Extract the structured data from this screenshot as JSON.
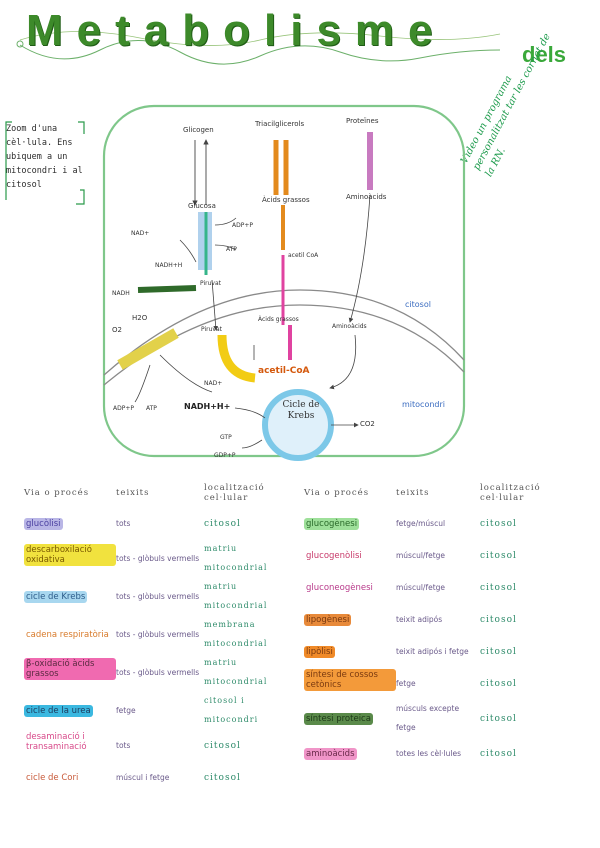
{
  "header": {
    "title": "Metabolisme",
    "suffix": "dels"
  },
  "zoom_note": "Zoom d'una cèl·lula. Ens ubiquem a un mitocondri i al citosol",
  "side_note": "Vídeo un programa personalitzat tar les cornat de la RN.",
  "diagram": {
    "sources": [
      "Glicogen",
      "Triacilglicerols",
      "Proteïnes"
    ],
    "intermediates": [
      "Glucosa",
      "Àcids grassos",
      "Aminoàcids"
    ],
    "labels": {
      "adp_p": "ADP+P",
      "atp": "ATP",
      "nad": "NAD+",
      "nadhh": "NADH+H",
      "nadh_left": "NADH",
      "piruvat_top": "Piruvat",
      "acetil_top": "acetil CoA",
      "piruvat": "Piruvat",
      "acids_grassos": "Àcids grassos",
      "aminoacids": "Aminoàcids",
      "acetilcoa": "acetil-CoA",
      "o2": "O2",
      "h2o": "H2O",
      "adp_atp_left": "ADP+P",
      "atp_left": "ATP",
      "nad_mid": "NAD+",
      "nadh_mid": "NADH+H+",
      "gtp": "GTP",
      "gdp": "GDP+P",
      "co2": "CO2",
      "krebs": "Cicle de Krebs",
      "citosol": "citosol",
      "mitocondri": "mitocondri"
    }
  },
  "table": {
    "headers": [
      "Via o procés",
      "teixits",
      "localització cel·lular"
    ],
    "left_rows": [
      {
        "via": "glucòlisi",
        "color": "#b9b6e6",
        "text_color": "#4a3fa0",
        "teixits": "tots",
        "loc": "citosol"
      },
      {
        "via": "descarboxilació oxidativa",
        "color": "#f1e23e",
        "text_color": "#7a5a00",
        "teixits": "tots - glòbuls vermells",
        "loc": "matriu mitocondrial"
      },
      {
        "via": "cicle de Krebs",
        "color": "#a8d7ef",
        "text_color": "#2c5c8a",
        "teixits": "tots - glòbuls vermells",
        "loc": "matriu mitocondrial"
      },
      {
        "via": "cadena respiratòria",
        "color": "#ffffff",
        "text_color": "#d87a2a",
        "teixits": "tots - glòbuls vermells",
        "loc": "membrana mitocondrial"
      },
      {
        "via": "β-oxidació àcids grassos",
        "color": "#f06ab0",
        "text_color": "#5a2a40",
        "teixits": "tots - glòbuls vermells",
        "loc": "matriu mitocondrial"
      },
      {
        "via": "cicle de la urea",
        "color": "#3bb8e0",
        "text_color": "#1d3a5c",
        "teixits": "fetge",
        "loc": "citosol i mitocondri"
      },
      {
        "via": "desaminació i transaminació",
        "color": "#ffffff",
        "text_color": "#d84a8a",
        "teixits": "tots",
        "loc": "citosol"
      },
      {
        "via": "cicle de Cori",
        "color": "#ffffff",
        "text_color": "#c85a3a",
        "teixits": "múscul i fetge",
        "loc": "citosol"
      }
    ],
    "right_rows": [
      {
        "via": "glucogènesi",
        "color": "#9ee09a",
        "text_color": "#2a6a2a",
        "teixits": "fetge/múscul",
        "loc": "citosol"
      },
      {
        "via": "glucogenòlisi",
        "color": "#ffffff",
        "text_color": "#c83a6a",
        "teixits": "múscul/fetge",
        "loc": "citosol"
      },
      {
        "via": "gluconeogènesi",
        "color": "#ffffff",
        "text_color": "#b83a8a",
        "teixits": "múscul/fetge",
        "loc": "citosol"
      },
      {
        "via": "lipogènesi",
        "color": "#e88a3a",
        "text_color": "#7a3a10",
        "teixits": "teixit adipós",
        "loc": "citosol"
      },
      {
        "via": "lipòlisi",
        "color": "#f08a28",
        "text_color": "#7a3a10",
        "teixits": "teixit adipós i fetge",
        "loc": "citosol"
      },
      {
        "via": "síntesi de cossos cetònics",
        "color": "#f39a3a",
        "text_color": "#7a3a10",
        "teixits": "fetge",
        "loc": "citosol"
      },
      {
        "via": "síntesi proteica",
        "color": "#5a8a4a",
        "text_color": "#1e3a18",
        "teixits": "músculs excepte fetge",
        "loc": "citosol"
      },
      {
        "via": "aminoàcids",
        "color": "#f095c8",
        "text_color": "#6a2a4a",
        "teixits": "totes les cèl·lules",
        "loc": "citosol"
      }
    ]
  }
}
